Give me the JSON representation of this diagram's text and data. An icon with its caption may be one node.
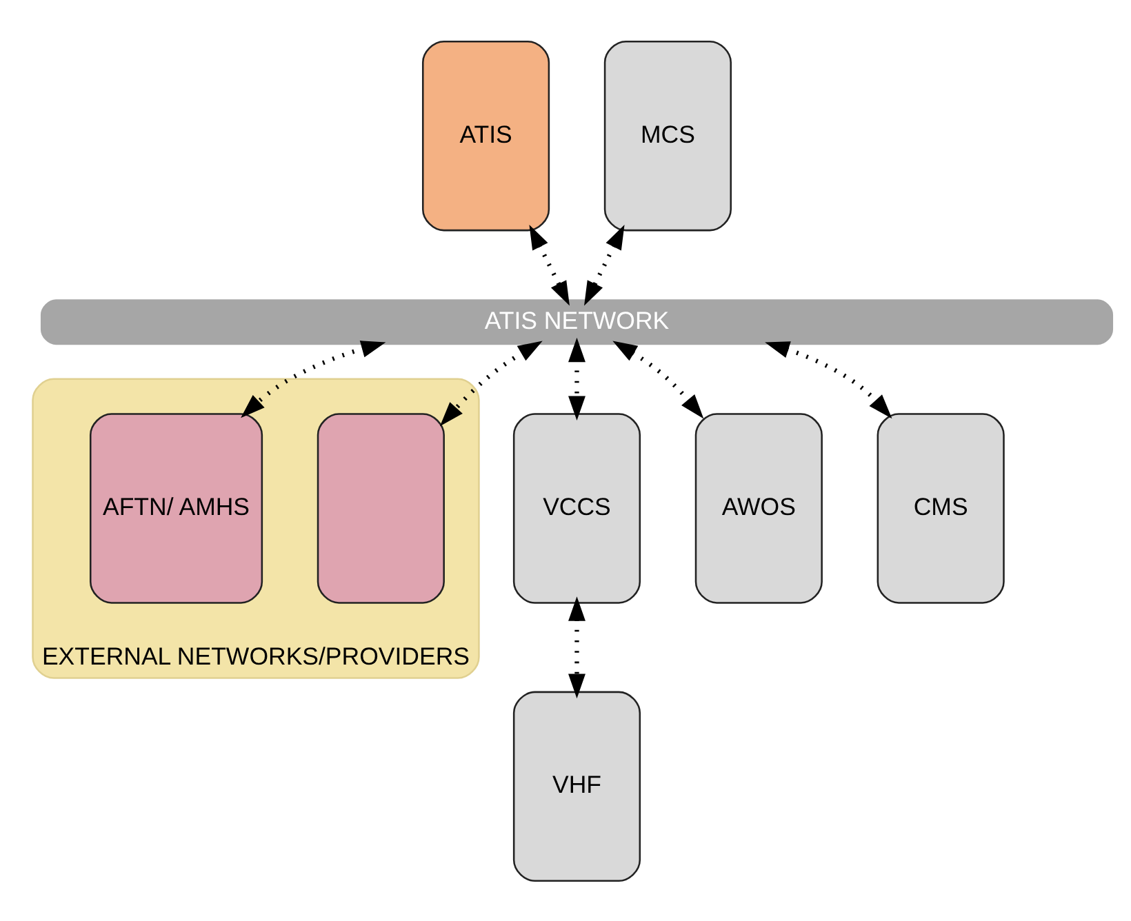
{
  "diagram": {
    "nodes": [
      {
        "text": [
          "ATIS"
        ]
      },
      {
        "text": [
          "MCS"
        ]
      },
      {
        "text": [
          "ATIS NETWORK"
        ]
      },
      {
        "text": [
          "EXTERNAL NETWORKS/PROVIDERS"
        ]
      },
      {
        "text": [
          "AFTN/ AMHS"
        ],
        "in": 3
      },
      {
        "text": [],
        "shape": "box",
        "in": 3
      },
      {
        "text": [
          "VCCS"
        ]
      },
      {
        "text": [
          "AWOS"
        ]
      },
      {
        "text": [
          "CMS"
        ]
      },
      {
        "text": [
          "VHF"
        ]
      }
    ],
    "edges": [
      {
        "from": 0,
        "to": 2,
        "arrow": "both",
        "style": "dashed"
      },
      {
        "from": 1,
        "to": 2,
        "arrow": "both",
        "style": "dashed"
      },
      {
        "from": 2,
        "to": 4,
        "arrow": "both",
        "style": "dashed"
      },
      {
        "from": 2,
        "to": 5,
        "arrow": "both",
        "style": "dashed"
      },
      {
        "from": 2,
        "to": 6,
        "arrow": "both",
        "style": "dashed"
      },
      {
        "from": 2,
        "to": 7,
        "arrow": "both",
        "style": "dashed"
      },
      {
        "from": 2,
        "to": 8,
        "arrow": "both",
        "style": "dashed"
      },
      {
        "from": 6,
        "to": 9,
        "arrow": "both",
        "style": "dashed"
      }
    ]
  }
}
